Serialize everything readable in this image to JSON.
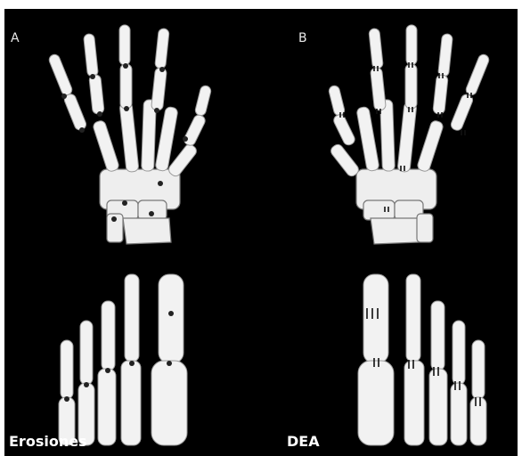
{
  "panels": {
    "left": {
      "letter": "A",
      "caption": "Erosiones"
    },
    "right": {
      "letter": "B",
      "caption": "DEA"
    }
  },
  "colors": {
    "background": "#000000",
    "bone": "#f2f2f2",
    "marker": "#222222"
  },
  "icons": {
    "left_hand": "hand-skeleton-icon",
    "right_hand": "hand-skeleton-icon",
    "left_foot": "foot-skeleton-icon",
    "right_foot": "foot-skeleton-icon"
  }
}
